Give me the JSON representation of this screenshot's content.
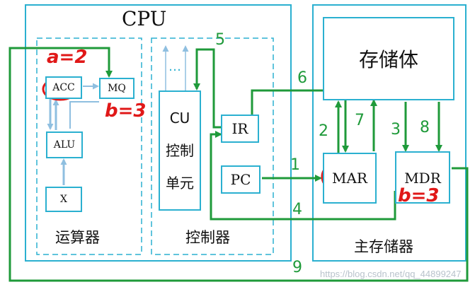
{
  "cpu": {
    "title": "CPU"
  },
  "alu_unit": {
    "label": "运算器",
    "acc": "ACC",
    "mq": "MQ",
    "alu": "ALU",
    "x": "X"
  },
  "control_unit": {
    "label": "控制器",
    "cu_line1": "CU",
    "cu_line2": "控制",
    "cu_line3": "单元",
    "ir": "IR",
    "pc": "PC",
    "dots": "…"
  },
  "memory": {
    "label": "主存储器",
    "storage": "存储体",
    "mar": "MAR",
    "mdr": "MDR"
  },
  "steps": [
    "1",
    "2",
    "3",
    "4",
    "5",
    "6",
    "7",
    "8",
    "9"
  ],
  "annotations": {
    "acc_note": "a=2",
    "mq_note": "b=3",
    "mdr_note": "b=3"
  },
  "watermark": "https://blog.csdn.net/qq_44899247",
  "colors": {
    "frame": "#2bb0d0",
    "flow": "#1f9a3a",
    "ink": "#e01818",
    "arrow": "#9bc9e6"
  }
}
